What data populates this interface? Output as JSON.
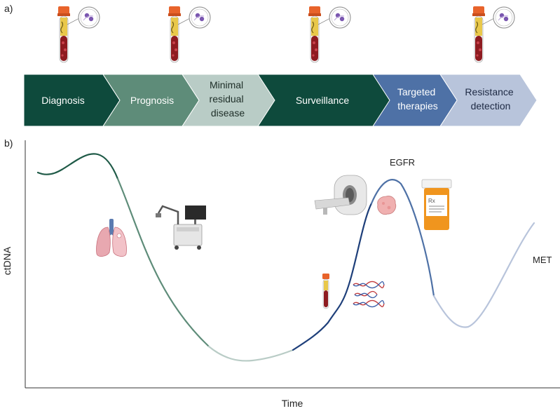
{
  "panel_a": {
    "label": "a)",
    "stages": [
      {
        "lines": [
          "Diagnosis"
        ],
        "fill": "#0e4a3c",
        "text": "#ffffff"
      },
      {
        "lines": [
          "Prognosis"
        ],
        "fill": "#5e8c79",
        "text": "#ffffff"
      },
      {
        "lines": [
          "Minimal",
          "residual",
          "disease"
        ],
        "fill": "#b9ccc6",
        "text": "#1e2e28"
      },
      {
        "lines": [
          "Surveillance"
        ],
        "fill": "#0e4a3c",
        "text": "#ffffff"
      },
      {
        "lines": [
          "Targeted",
          "therapies"
        ],
        "fill": "#4e71a6",
        "text": "#ffffff"
      },
      {
        "lines": [
          "Resistance",
          "detection"
        ],
        "fill": "#b8c4db",
        "text": "#1e2a44"
      }
    ],
    "tube_icon": "blood-tube-with-cells-icon"
  },
  "panel_b": {
    "label": "b)",
    "ylabel": "ctDNA",
    "xlabel": "Time",
    "annotations": {
      "egfr": "EGFR",
      "met": "MET"
    },
    "icons": [
      "lungs-icon",
      "surgical-robot-icon",
      "ct-scanner-icon",
      "tumor-icon",
      "pill-bottle-icon",
      "blood-tube-icon",
      "dna-strands-icon"
    ],
    "segment_colors": {
      "diagnosis": "#1f5a47",
      "prognosis": "#5e8c79",
      "mrd": "#b9ccc6",
      "surveillance": "#1e3f7a",
      "targeted": "#4e71a6",
      "resistance": "#b8c4db"
    }
  }
}
